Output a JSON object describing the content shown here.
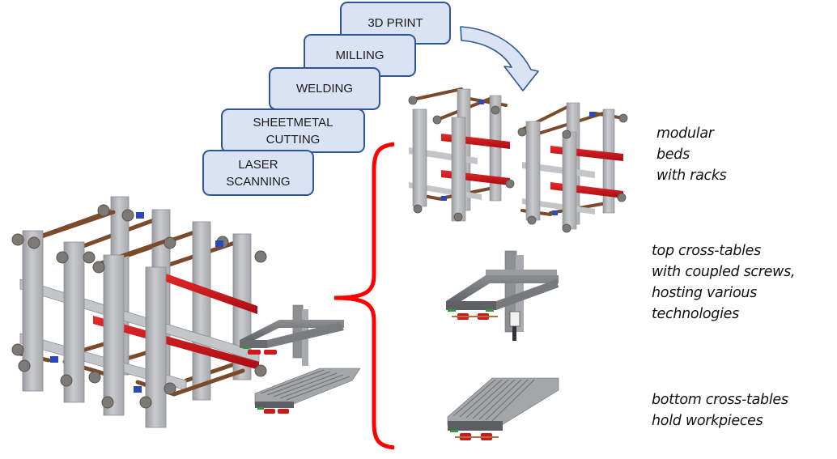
{
  "process_steps": [
    {
      "id": "3d-print",
      "label": "3D PRINT"
    },
    {
      "id": "milling",
      "label": "MILLING"
    },
    {
      "id": "welding",
      "label": "WELDING"
    },
    {
      "id": "sheetmetal-cutting",
      "label": "SHEETMETAL\nCUTTING"
    },
    {
      "id": "laser-scanning",
      "label": "LASER\nSCANNING"
    }
  ],
  "captions": {
    "modular_beds": "modular\nbeds\nwith racks",
    "top_cross_tables": "top cross-tables\nwith  coupled screws,\nhosting various\ntechnologies",
    "bottom_cross_tables": "bottom  cross-tables\nhold  workpieces"
  },
  "colors": {
    "box_fill": "#dae3f3",
    "box_border": "#2f5597",
    "brace": "#ff0000",
    "frame_gray": "#b4b6ba",
    "rod_brown": "#7a4a2a",
    "rack_red": "#d0101a"
  }
}
